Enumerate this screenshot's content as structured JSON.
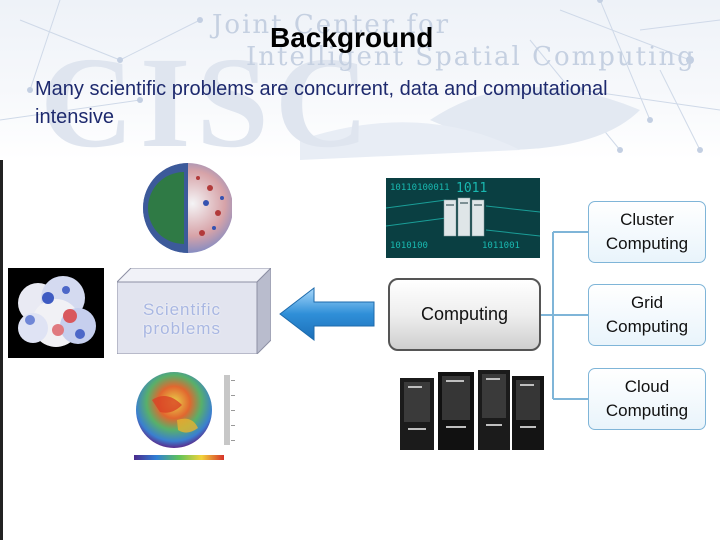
{
  "slide": {
    "banner": {
      "line1": "Joint Center for",
      "line2": "Intelligent Spatial Computing",
      "logo": "CISC"
    },
    "title": "Background",
    "subtitle": "Many scientific problems are concurrent, data and computational intensive"
  },
  "diagram": {
    "source_box": "Scientific problems",
    "central_node": "Computing",
    "branches": [
      {
        "label": "Cluster Computing"
      },
      {
        "label": "Grid Computing"
      },
      {
        "label": "Cloud Computing"
      }
    ]
  },
  "colors": {
    "subtitle": "#1e2a6e",
    "arrow": "#2f8fd8",
    "leaf_border": "#7fb5d8",
    "sci_box_face": "#e2e4ef"
  },
  "icons": [
    "virus-capsid-image",
    "protein-molecule-image",
    "earth-climate-image",
    "binary-server-image",
    "tower-servers-image",
    "left-arrow-icon"
  ]
}
